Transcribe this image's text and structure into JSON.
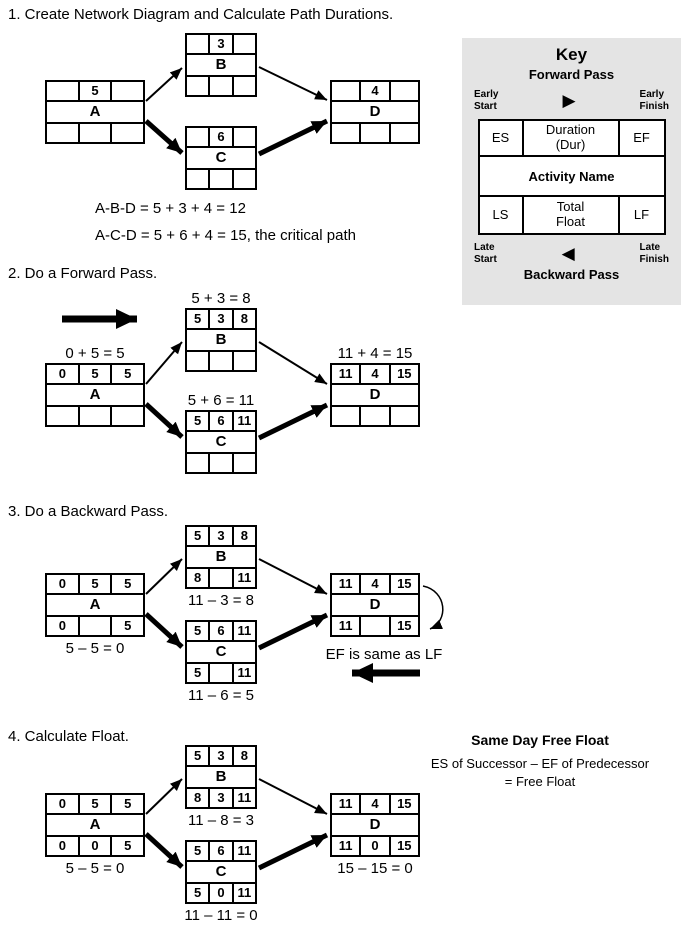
{
  "colors": {
    "key_background": "#e4e4e4",
    "diagram_line": "#000000"
  },
  "sections": [
    {
      "title": "1. Create Network Diagram and Calculate Path Durations.",
      "nodes": {
        "a": {
          "name": "A",
          "top": [
            "",
            "5",
            ""
          ],
          "bottom": [
            "",
            "",
            ""
          ]
        },
        "b": {
          "name": "B",
          "top": [
            "",
            "3",
            ""
          ],
          "bottom": [
            "",
            "",
            ""
          ]
        },
        "c": {
          "name": "C",
          "top": [
            "",
            "6",
            ""
          ],
          "bottom": [
            "",
            "",
            ""
          ]
        },
        "d": {
          "name": "D",
          "top": [
            "",
            "4",
            ""
          ],
          "bottom": [
            "",
            "",
            ""
          ]
        }
      },
      "path_calcs": [
        "A-B-D = 5 + 3 + 4 = 12",
        "A-C-D = 5 + 6 + 4 = 15, the critical path"
      ]
    },
    {
      "title": "2. Do a Forward Pass.",
      "nodes": {
        "a": {
          "name": "A",
          "top": [
            "0",
            "5",
            "5"
          ],
          "bottom": [
            "",
            "",
            ""
          ],
          "calc": "0 + 5 = 5"
        },
        "b": {
          "name": "B",
          "top": [
            "5",
            "3",
            "8"
          ],
          "bottom": [
            "",
            "",
            ""
          ],
          "calc": "5 + 3 = 8"
        },
        "c": {
          "name": "C",
          "top": [
            "5",
            "6",
            "11"
          ],
          "bottom": [
            "",
            "",
            ""
          ],
          "calc": "5 + 6 = 11"
        },
        "d": {
          "name": "D",
          "top": [
            "11",
            "4",
            "15"
          ],
          "bottom": [
            "",
            "",
            ""
          ],
          "calc": "11 + 4  = 15"
        }
      }
    },
    {
      "title": "3. Do a Backward Pass.",
      "nodes": {
        "a": {
          "name": "A",
          "top": [
            "0",
            "5",
            "5"
          ],
          "bottom": [
            "0",
            "",
            "5"
          ],
          "calc": "5 – 5 = 0"
        },
        "b": {
          "name": "B",
          "top": [
            "5",
            "3",
            "8"
          ],
          "bottom": [
            "8",
            "",
            "11"
          ],
          "calc": "11 – 3 = 8"
        },
        "c": {
          "name": "C",
          "top": [
            "5",
            "6",
            "11"
          ],
          "bottom": [
            "5",
            "",
            "11"
          ],
          "calc": "11 – 6 = 5"
        },
        "d": {
          "name": "D",
          "top": [
            "11",
            "4",
            "15"
          ],
          "bottom": [
            "11",
            "",
            "15"
          ],
          "calc": "EF is same as LF"
        }
      }
    },
    {
      "title": "4. Calculate Float.",
      "nodes": {
        "a": {
          "name": "A",
          "top": [
            "0",
            "5",
            "5"
          ],
          "bottom": [
            "0",
            "0",
            "5"
          ],
          "calc": "5 – 5 = 0"
        },
        "b": {
          "name": "B",
          "top": [
            "5",
            "3",
            "8"
          ],
          "bottom": [
            "8",
            "3",
            "11"
          ],
          "calc": "11 – 8 = 3"
        },
        "c": {
          "name": "C",
          "top": [
            "5",
            "6",
            "11"
          ],
          "bottom": [
            "5",
            "0",
            "11"
          ],
          "calc": "11 – 11 = 0"
        },
        "d": {
          "name": "D",
          "top": [
            "11",
            "4",
            "15"
          ],
          "bottom": [
            "11",
            "0",
            "15"
          ],
          "calc": "15  – 15 = 0"
        }
      },
      "free_float": {
        "title": "Same Day Free Float",
        "line1": "ES of Successor – EF of Predecessor",
        "line2": "= Free Float"
      }
    }
  ],
  "key": {
    "title": "Key",
    "forward_pass": "Forward Pass",
    "backward_pass": "Backward Pass",
    "early_start": "Early\nStart",
    "early_finish": "Early\nFinish",
    "late_start": "Late\nStart",
    "late_finish": "Late\nFinish",
    "forward_arrow_icon": "▶",
    "backward_arrow_icon": "◀",
    "table": {
      "es": "ES",
      "duration": "Duration\n(Dur)",
      "ef": "EF",
      "activity_name": "Activity Name",
      "ls": "LS",
      "total_float": "Total\nFloat",
      "lf": "LF"
    }
  }
}
